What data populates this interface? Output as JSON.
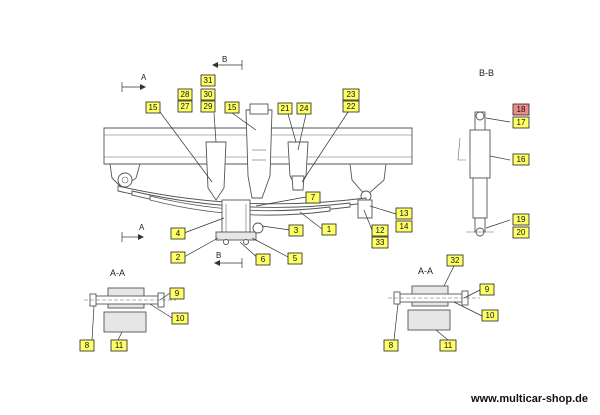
{
  "callouts": {
    "c1": "1",
    "c2": "2",
    "c3": "3",
    "c4": "4",
    "c5": "5",
    "c6": "6",
    "c7": "7",
    "c8": "8",
    "c9": "9",
    "c10": "10",
    "c11": "11",
    "c12": "12",
    "c13": "13",
    "c14": "14",
    "c15": "15",
    "c16": "16",
    "c17": "17",
    "c18": "18",
    "c19": "19",
    "c20": "20",
    "c21": "21",
    "c22": "22",
    "c23": "23",
    "c24": "24",
    "c27": "27",
    "c28": "28",
    "c29": "29",
    "c30": "30",
    "c31": "31",
    "c32": "32",
    "c33": "33"
  },
  "section_labels": {
    "a": "A",
    "b": "B"
  },
  "section_titles": {
    "bb": "B-B",
    "aa": "A-A"
  },
  "footer": {
    "url": "www.multicar-shop.de"
  },
  "colors": {
    "callout": "#ffff66",
    "callout_highlight": "#f08a8a"
  }
}
